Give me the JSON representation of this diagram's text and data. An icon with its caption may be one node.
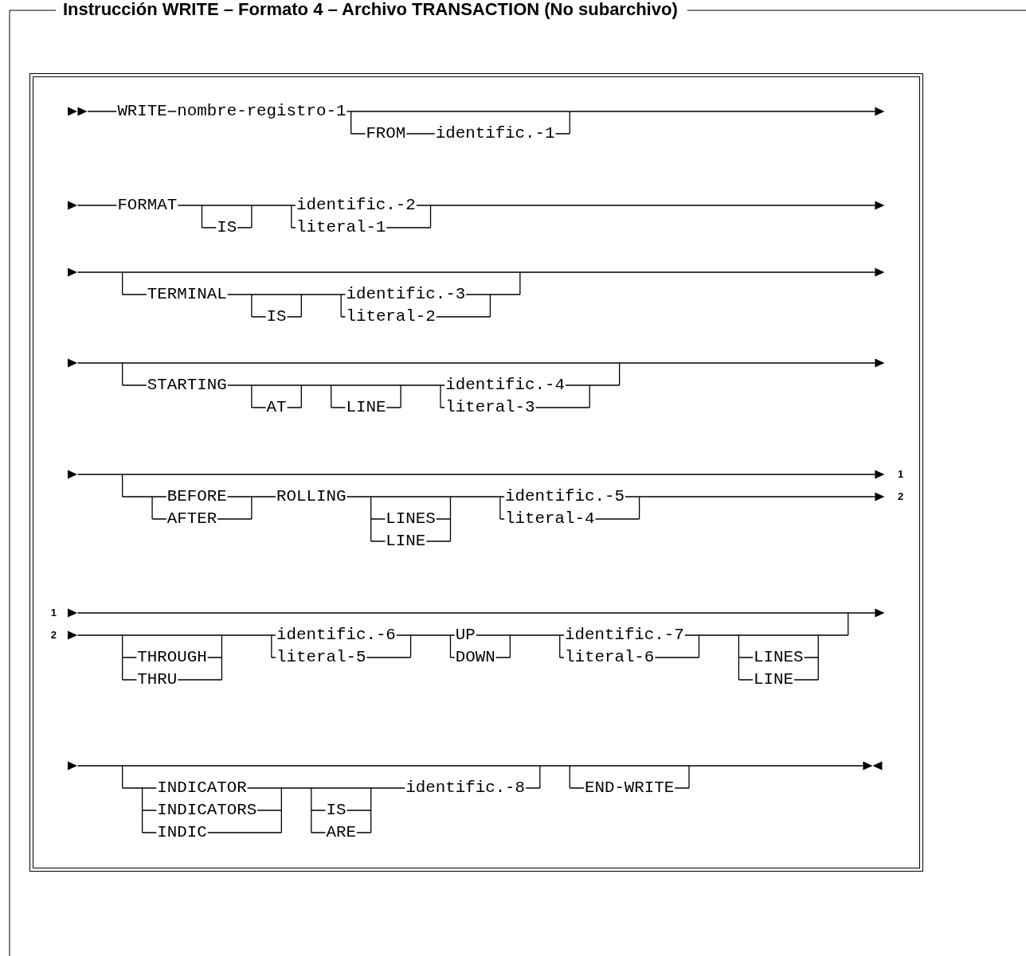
{
  "diagram": {
    "title": "Instrucción WRITE – Formato 4 – Archivo TRANSACTION (No subarchivo)",
    "labels": [
      "WRITE",
      "nombre-registro-1",
      "FROM",
      "identific.-1",
      "FORMAT",
      "identific.-2",
      "IS",
      "literal-1",
      "TERMINAL",
      "identific.-3",
      "IS",
      "literal-2",
      "STARTING",
      "identific.-4",
      "AT",
      "LINE",
      "literal-3",
      "1",
      "BEFORE",
      "ROLLING",
      "identific.-5",
      "2",
      "AFTER",
      "LINES",
      "literal-4",
      "LINE",
      "1",
      "2",
      "identific.-6",
      "UP",
      "identific.-7",
      "THROUGH",
      "literal-5",
      "DOWN",
      "literal-6",
      "LINES",
      "THRU",
      "LINE",
      "INDICATOR",
      "identific.-8",
      "END-WRITE",
      "INDICATORS",
      "IS",
      "INDIC",
      "ARE"
    ]
  }
}
